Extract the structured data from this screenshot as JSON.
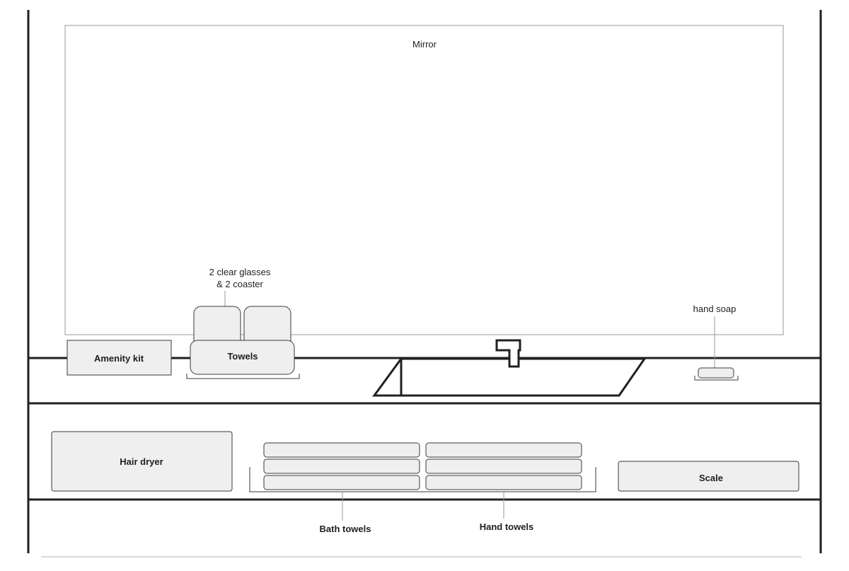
{
  "diagram": {
    "mirror_label": "Mirror",
    "glasses_label_line1": "2 clear glasses",
    "glasses_label_line2": "& 2 coaster",
    "hand_soap_label": "hand soap",
    "amenity_kit_label": "Amenity kit",
    "towels_label": "Towels",
    "hair_dryer_label": "Hair dryer",
    "scale_label": "Scale",
    "bath_towels_label": "Bath towels",
    "hand_towels_label": "Hand towels"
  },
  "colors": {
    "structure_line": "#231f20",
    "item_fill": "#efefef",
    "item_stroke": "#3a3a3a",
    "thin_line": "#9a9a9a"
  }
}
